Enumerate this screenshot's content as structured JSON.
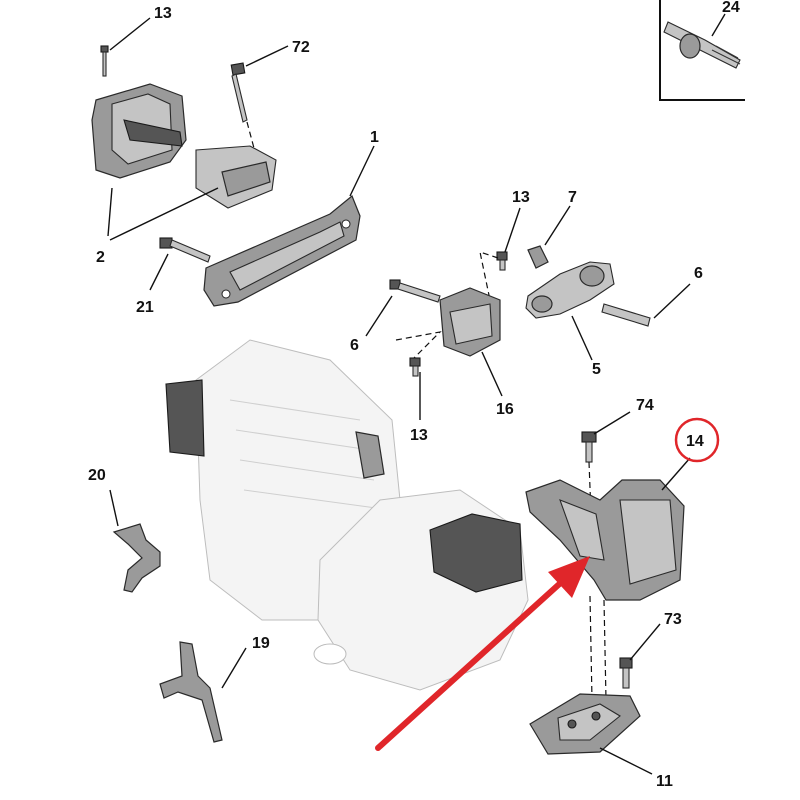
{
  "diagram": {
    "callouts": [
      {
        "id": "c13a",
        "label": "13"
      },
      {
        "id": "c72",
        "label": "72"
      },
      {
        "id": "c24",
        "label": "24"
      },
      {
        "id": "c1",
        "label": "1"
      },
      {
        "id": "c2",
        "label": "2"
      },
      {
        "id": "c21",
        "label": "21"
      },
      {
        "id": "c13b",
        "label": "13"
      },
      {
        "id": "c7",
        "label": "7"
      },
      {
        "id": "c6a",
        "label": "6"
      },
      {
        "id": "c6b",
        "label": "6"
      },
      {
        "id": "c5",
        "label": "5"
      },
      {
        "id": "c16",
        "label": "16"
      },
      {
        "id": "c13c",
        "label": "13"
      },
      {
        "id": "c74",
        "label": "74"
      },
      {
        "id": "c14",
        "label": "14"
      },
      {
        "id": "c20",
        "label": "20"
      },
      {
        "id": "c19",
        "label": "19"
      },
      {
        "id": "c73",
        "label": "73"
      },
      {
        "id": "c11",
        "label": "11"
      }
    ],
    "highlight": {
      "callout": "14",
      "ring_color": "#e0262a",
      "arrow_color": "#e0262a"
    },
    "colors": {
      "part": "#9a9a9a",
      "engine": "#f4f4f4",
      "ink": "#111111"
    }
  }
}
